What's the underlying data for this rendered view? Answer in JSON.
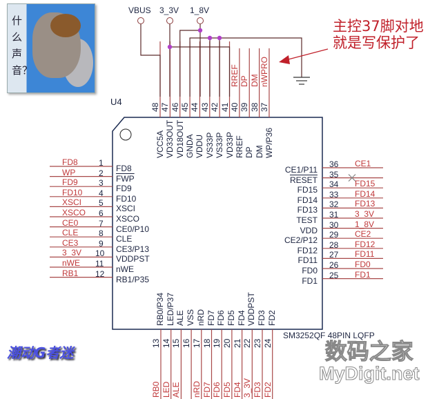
{
  "header": {
    "ref": "U4",
    "part": "SM3252QF 48PIN LQFP"
  },
  "annotation": "主控37脚对地就是写保护了",
  "photo_caption": "什么声音？",
  "logo_text": "潮动G者迷",
  "watermark": {
    "cn": "数码之家",
    "en": "MyDigit.net"
  },
  "power_rails": [
    {
      "name": "VBUS"
    },
    {
      "name": "3_3V"
    },
    {
      "name": "1_8V"
    }
  ],
  "pins_left": [
    {
      "num": "1",
      "name": "FD8",
      "net": "FD8"
    },
    {
      "num": "2",
      "name": "FWP",
      "net": "WP",
      "overbar": true
    },
    {
      "num": "3",
      "name": "FD9",
      "net": "FD9"
    },
    {
      "num": "4",
      "name": "FD10",
      "net": "FD10"
    },
    {
      "num": "5",
      "name": "XSCI",
      "net": "XSCI"
    },
    {
      "num": "6",
      "name": "XSCO",
      "net": "XSCO"
    },
    {
      "num": "7",
      "name": "CE0/P10",
      "net": "CE0"
    },
    {
      "num": "8",
      "name": "CLE",
      "net": "CLE"
    },
    {
      "num": "9",
      "name": "CE3/P13",
      "net": "CE3"
    },
    {
      "num": "10",
      "name": "VDDPST",
      "net": "3_3V"
    },
    {
      "num": "11",
      "name": "nWE",
      "net": "nWE"
    },
    {
      "num": "12",
      "name": "RB1/P35",
      "net": "RB1"
    }
  ],
  "pins_right": [
    {
      "num": "36",
      "name": "CE1/P11",
      "net": "CE1"
    },
    {
      "num": "35",
      "name": "RESET",
      "net": "",
      "overbar": true,
      "no_connect": true
    },
    {
      "num": "34",
      "name": "FD15",
      "net": "FD15"
    },
    {
      "num": "33",
      "name": "FD14",
      "net": "FD14"
    },
    {
      "num": "32",
      "name": "FD13",
      "net": "FD13"
    },
    {
      "num": "31",
      "name": "TEST",
      "net": "3_3V"
    },
    {
      "num": "30",
      "name": "VDD",
      "net": "1_8V"
    },
    {
      "num": "29",
      "name": "CE2/P12",
      "net": "CE2"
    },
    {
      "num": "28",
      "name": "FD12",
      "net": "FD12"
    },
    {
      "num": "27",
      "name": "FD11",
      "net": "FD11"
    },
    {
      "num": "26",
      "name": "FD0",
      "net": "FD0"
    },
    {
      "num": "25",
      "name": "FD1",
      "net": "FD1"
    }
  ],
  "pins_top": [
    {
      "num": "48",
      "name": "VCC5A",
      "net": ""
    },
    {
      "num": "47",
      "name": "VD33OUT",
      "net": ""
    },
    {
      "num": "46",
      "name": "VD18OUT",
      "net": ""
    },
    {
      "num": "45",
      "name": "GNDA",
      "net": ""
    },
    {
      "num": "44",
      "name": "VDDU",
      "net": ""
    },
    {
      "num": "43",
      "name": "VS33P",
      "net": ""
    },
    {
      "num": "42",
      "name": "VS33P",
      "net": ""
    },
    {
      "num": "41",
      "name": "VD33P",
      "net": ""
    },
    {
      "num": "40",
      "name": "RREF",
      "net": "RREF"
    },
    {
      "num": "39",
      "name": "DP",
      "net": "DP"
    },
    {
      "num": "38",
      "name": "DM",
      "net": "DM"
    },
    {
      "num": "37",
      "name": "WP/P36",
      "net": "nWPRO"
    }
  ],
  "pins_bottom": [
    {
      "num": "13",
      "name": "RB0/P34",
      "net": "RB0"
    },
    {
      "num": "14",
      "name": "LED/P37",
      "net": "LED"
    },
    {
      "num": "15",
      "name": "ALE",
      "net": "ALE"
    },
    {
      "num": "16",
      "name": "VSS",
      "net": ""
    },
    {
      "num": "17",
      "name": "nRD",
      "net": "nRD"
    },
    {
      "num": "18",
      "name": "FD7",
      "net": "FD7"
    },
    {
      "num": "19",
      "name": "FD6",
      "net": "FD6"
    },
    {
      "num": "20",
      "name": "FD5",
      "net": "FD5"
    },
    {
      "num": "21",
      "name": "FD4",
      "net": "FD4"
    },
    {
      "num": "22",
      "name": "VDDPST",
      "net": "3_3V"
    },
    {
      "num": "23",
      "name": "FD3",
      "net": "FD3"
    },
    {
      "num": "24",
      "name": "FD2",
      "net": "FD2"
    }
  ],
  "colors": {
    "wire": "#a84848",
    "chip": "#1a2a50",
    "junction": "#b040c8",
    "net_label": "#c0383a",
    "arrow": "#c0202a"
  }
}
